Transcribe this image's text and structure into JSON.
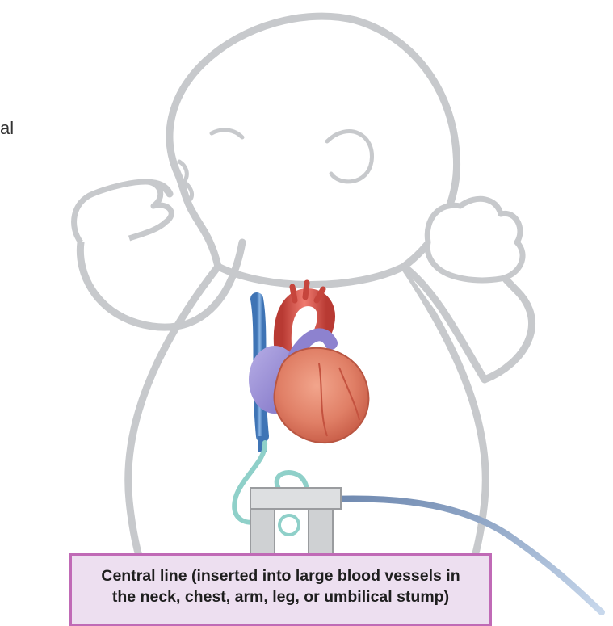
{
  "left_fragment_text": "al",
  "caption": {
    "line1": "Central line (inserted into large blood vessels in",
    "line2": "the neck, chest, arm, leg, or umbilical stump)"
  },
  "colors": {
    "body_outline": "#c7c9cc",
    "vena_cava": "#5b8fc9",
    "aorta": "#d9574f",
    "heart_muscle": "#e07f66",
    "atrium": "#9b8fd6",
    "catheter_inner": "#8fd0c9",
    "catheter_outer": "#7a93b8",
    "clip": "#cfd1d3",
    "caption_border": "#c06ab6",
    "caption_fill": "#eddff0"
  },
  "icons": [
    "baby-outline",
    "heart-illustration",
    "catheter-line",
    "securing-clip"
  ]
}
